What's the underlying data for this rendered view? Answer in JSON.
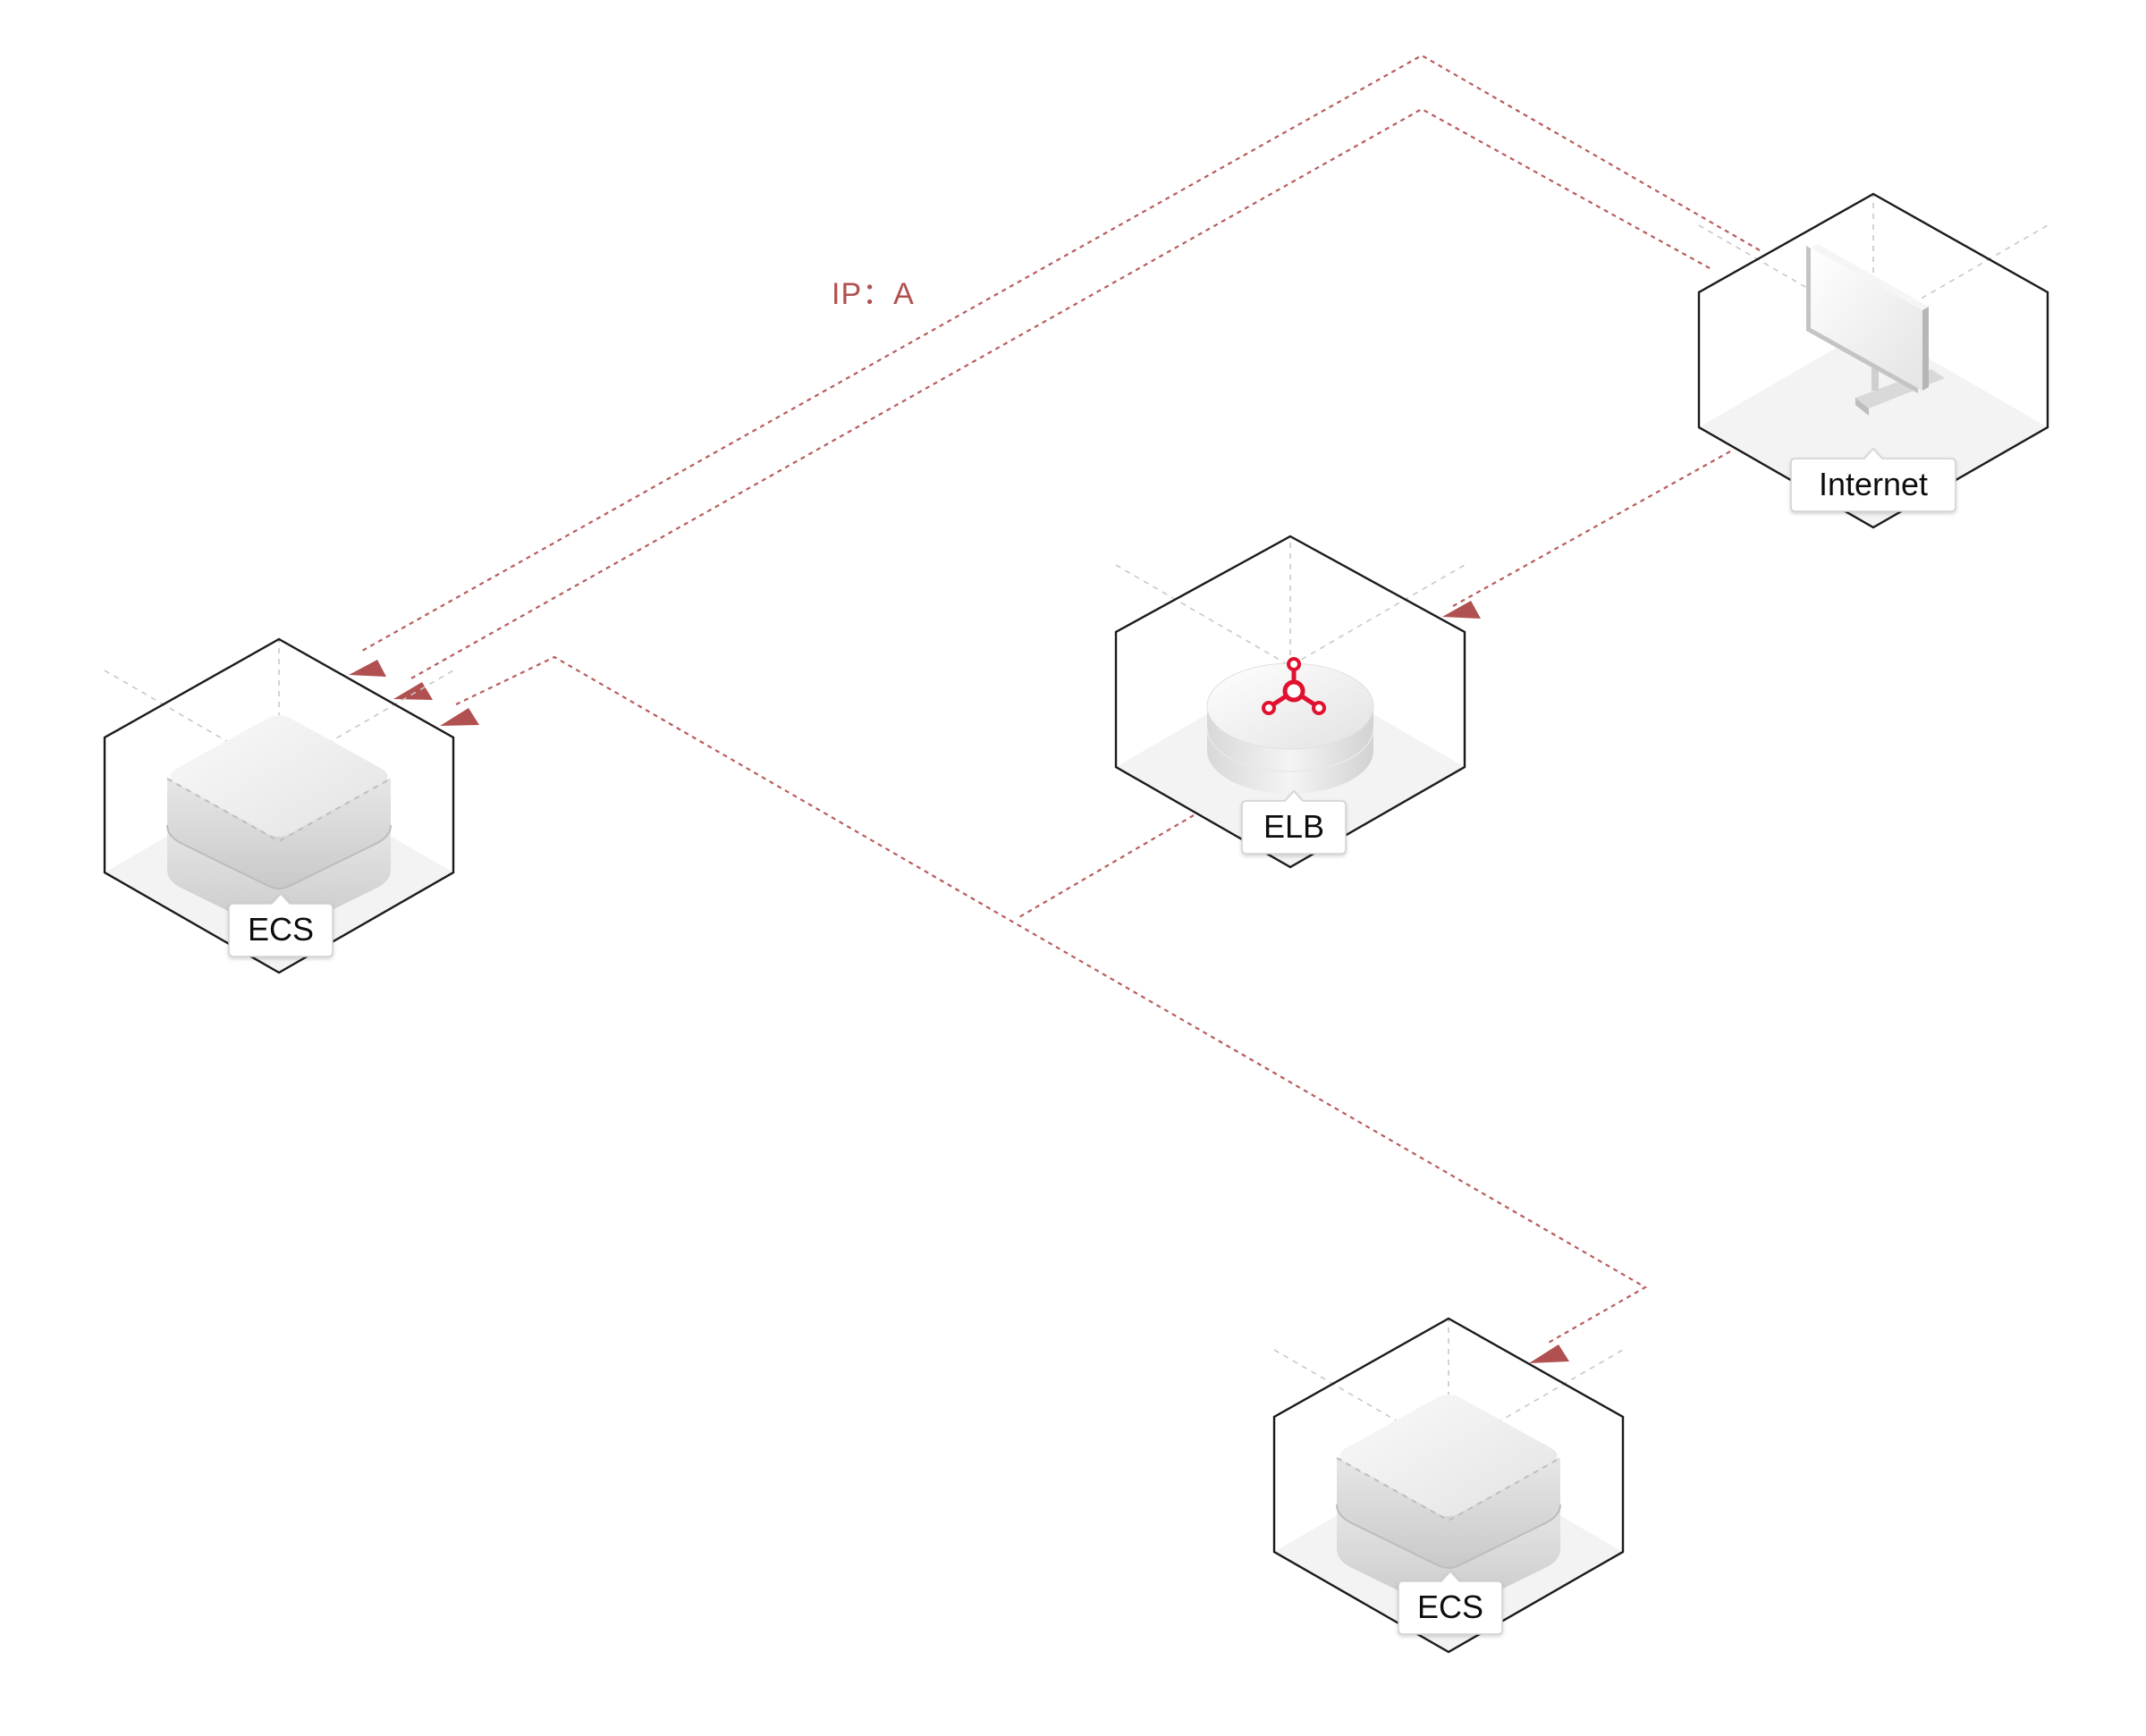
{
  "colors": {
    "flow": "#b85c5c",
    "arrow": "#b05050",
    "ip_label": "#b05050",
    "elb_icon": "#e0102e",
    "node_outline": "#1a1a1a"
  },
  "ip_label": "IP：A",
  "nodes": {
    "internet": {
      "label": "Internet",
      "icon": "monitor-icon"
    },
    "elb": {
      "label": "ELB",
      "icon": "load-balancer-icon"
    },
    "ecs_left": {
      "label": "ECS",
      "icon": "server-icon"
    },
    "ecs_bottom": {
      "label": "ECS",
      "icon": "server-icon"
    }
  }
}
